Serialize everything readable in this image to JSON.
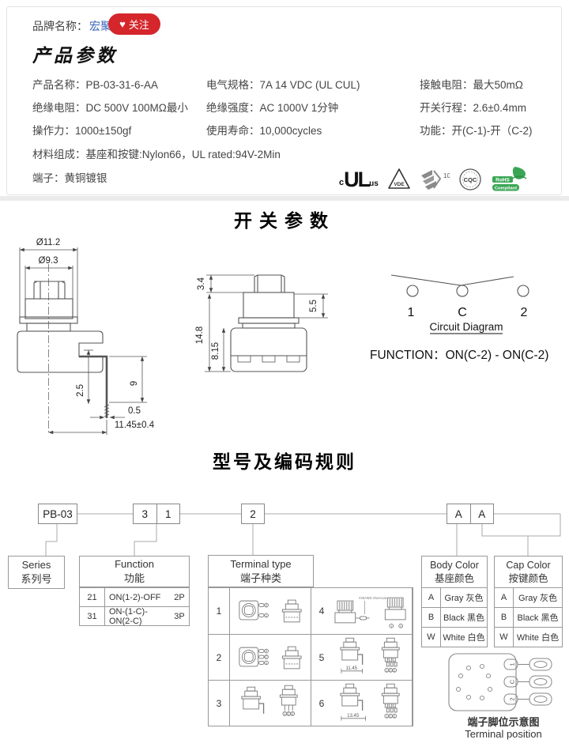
{
  "brand_bar": {
    "label": "品牌名称：",
    "brand_name": "宏聚开关",
    "follow_heart": "♥",
    "follow_label": "关注"
  },
  "product_section": {
    "title": "产品参数",
    "specs": [
      {
        "label": "产品名称：",
        "value": "PB-03-31-6-AA"
      },
      {
        "label": "电气规格：",
        "value": "7A 14 VDC (UL CUL)"
      },
      {
        "label": "接触电阻：",
        "value": "最大50mΩ"
      },
      {
        "label": "绝缘电阻：",
        "value": "DC 500V 100MΩ最小"
      },
      {
        "label": "绝缘强度：",
        "value": "AC 1000V 1分钟"
      },
      {
        "label": "开关行程：",
        "value": "2.6±0.4mm"
      },
      {
        "label": "操作力：",
        "value": "1000±150gf"
      },
      {
        "label": "使用寿命：",
        "value": "10,000cycles"
      },
      {
        "label": "功能：",
        "value": "开(C-1)-开（C-2)"
      },
      {
        "label": "材料组成：",
        "value": "基座和按键:Nylon66，UL rated:94V-2Min"
      },
      {
        "label": "端子：",
        "value": "黄铜镀银"
      }
    ],
    "certs": {
      "ul_c": "c",
      "ul": "UL",
      "ul_us": "us",
      "vde": "VDE",
      "k10": "10",
      "cqc": "CQC",
      "rohs_line1": "RoHS",
      "rohs_line2": "Compliant"
    }
  },
  "switch_section": {
    "title": "开关参数",
    "front_view": {
      "dia_outer": "Ø11.2",
      "dia_inner": "Ø9.3",
      "pin_len": "9",
      "pin_offset": "2.5",
      "pin_width": "0.5",
      "total_width": "11.45±0.4"
    },
    "side_view": {
      "cap_height": "3.4",
      "neck_height": "5.5",
      "total_height": "14.8",
      "body_height": "8.15"
    },
    "circuit": {
      "pin1": "1",
      "pinc": "C",
      "pin2": "2",
      "caption": "Circuit Diagram",
      "function_text": "FUNCTION：ON(C-2) - ON(C-2)"
    }
  },
  "coding_section": {
    "title": "型号及编码规则",
    "code": {
      "series": "PB-03",
      "func_digit1": "3",
      "func_digit2": "1",
      "terminal": "2",
      "body_color": "A",
      "cap_color": "A"
    },
    "series_box": {
      "en": "Series",
      "cn": "系列号"
    },
    "function_table": {
      "en": "Function",
      "cn": "功能",
      "rows": [
        {
          "code": "21",
          "desc": "ON(1-2)-OFF",
          "poles": "2P"
        },
        {
          "code": "31",
          "desc": "ON-(1-C)-ON(2-C)",
          "poles": "3P"
        }
      ]
    },
    "terminal_table": {
      "en": "Terminal type",
      "cn": "端子种类",
      "row_nums": [
        "1",
        "2",
        "3",
        "4",
        "5",
        "6"
      ],
      "note4": "#26AWG Overcoat",
      "dim5": "11.45",
      "dim6": "13.45",
      "pin1": "1",
      "pin2": "2",
      "pinc": "C"
    },
    "body_color_table": {
      "en": "Body Color",
      "cn": "基座颜色",
      "rows": [
        {
          "code": "A",
          "name": "Gray 灰色"
        },
        {
          "code": "B",
          "name": "Black 黑色"
        },
        {
          "code": "W",
          "name": "White 白色"
        }
      ]
    },
    "cap_color_table": {
      "en": "Cap Color",
      "cn": "按键颜色",
      "rows": [
        {
          "code": "A",
          "name": "Gray 灰色"
        },
        {
          "code": "B",
          "name": "Black 黑色"
        },
        {
          "code": "W",
          "name": "White 白色"
        }
      ]
    },
    "terminal_position": {
      "pin1": "1",
      "pinc": "C",
      "pin2": "2",
      "caption_cn": "端子脚位示意图",
      "caption_en": "Terminal position"
    }
  }
}
